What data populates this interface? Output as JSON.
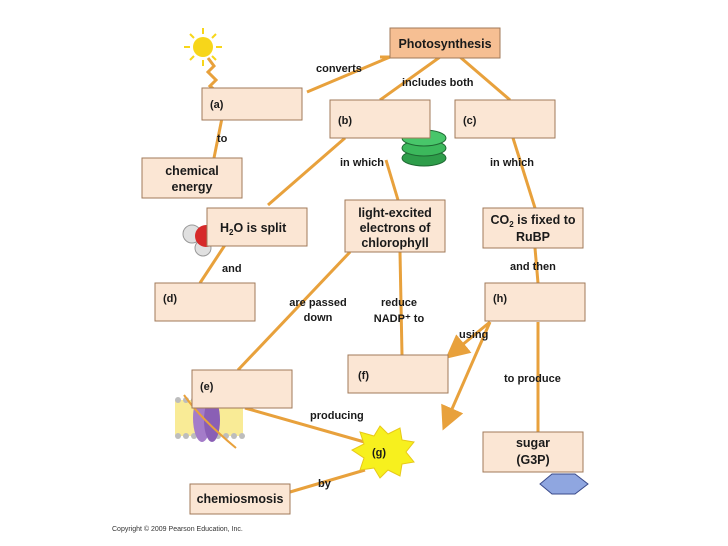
{
  "title": "Photosynthesis",
  "boxes": {
    "a": "(a)",
    "b": "(b)",
    "c": "(c)",
    "chemical_energy_line1": "chemical",
    "chemical_energy_line2": "energy",
    "h2o_split_pre": "H",
    "h2o_split_sub": "2",
    "h2o_split_post": "O is split",
    "light_excited_line1": "light-excited",
    "light_excited_line2": "electrons of",
    "light_excited_line3": "chlorophyll",
    "co2_pre": "CO",
    "co2_sub": "2",
    "co2_post": " is fixed to",
    "co2_line2": "RuBP",
    "d": "(d)",
    "h": "(h)",
    "e": "(e)",
    "f": "(f)",
    "g": "(g)",
    "sugar_line1": "sugar",
    "sugar_line2": "(G3P)",
    "chemiosmosis": "chemiosmosis"
  },
  "links": {
    "converts": "converts",
    "includes_both": "includes both",
    "to": "to",
    "in_which_left": "in which",
    "in_which_right": "in which",
    "and": "and",
    "and_then": "and then",
    "are_passed_line1": "are passed",
    "are_passed_line2": "down",
    "reduce_line1": "reduce",
    "reduce_line2": "NADP⁺ to",
    "using": "using",
    "to_produce": "to produce",
    "producing": "producing",
    "by": "by"
  },
  "copyright": "Copyright © 2009 Pearson Education, Inc.",
  "icons": [
    "sun-icon",
    "chloroplast-icon",
    "water-molecule-icon",
    "membrane-protein-icon",
    "starburst-icon",
    "hexagon-sugar-icon"
  ],
  "colors": {
    "box_fill": "#fbe6d4",
    "title_fill": "#f6bf93",
    "arrow": "#e8a13c",
    "burst": "#f7f01e",
    "hexagon": "#8fa6e0",
    "sun": "#f7d61a"
  }
}
